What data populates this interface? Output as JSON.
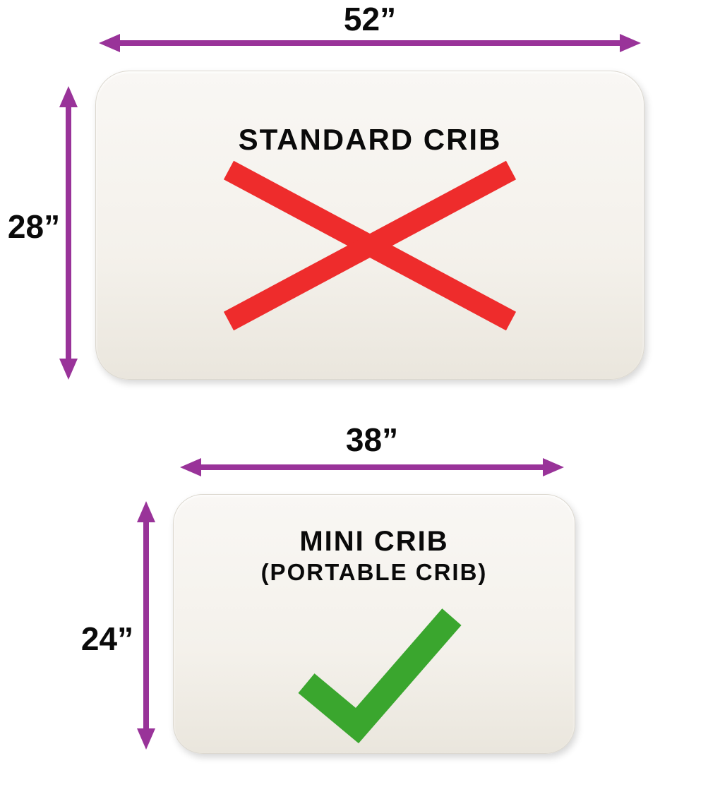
{
  "standard_crib": {
    "name": "STANDARD CRIB",
    "width_label": "52”",
    "height_label": "28”",
    "width_in": 52,
    "height_in": 28,
    "allowed": false,
    "mark_icon": "cross-icon"
  },
  "mini_crib": {
    "name": "MINI CRIB",
    "subname": "(PORTABLE CRIB)",
    "width_label": "38”",
    "height_label": "24”",
    "width_in": 38,
    "height_in": 24,
    "allowed": true,
    "mark_icon": "check-icon"
  },
  "colors": {
    "arrow": "#993399",
    "cross": "#ee2c2c",
    "check": "#3aa62e",
    "text": "#0a0a0a",
    "mattress": "#f4f1eb"
  }
}
